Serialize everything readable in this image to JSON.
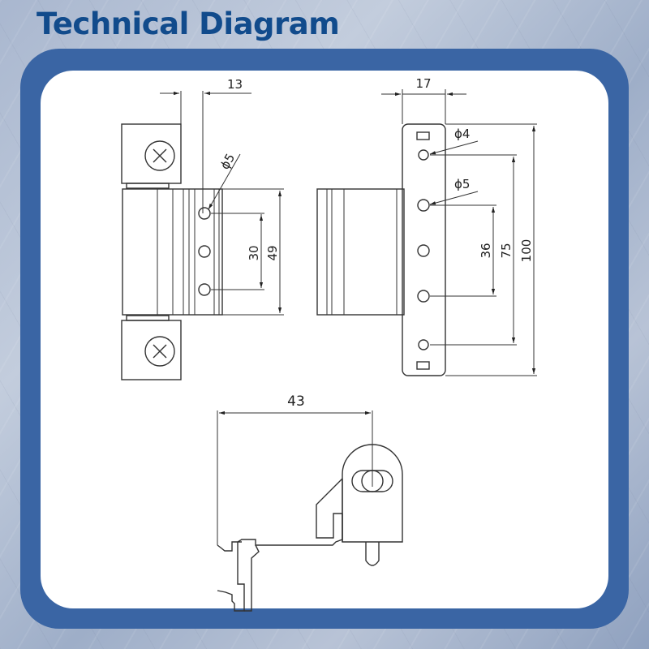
{
  "header": {
    "title": "Technical Diagram"
  },
  "colors": {
    "title": "#114b8c",
    "frame": "#3a65a4",
    "panel": "#ffffff",
    "line": "#333333"
  },
  "diagram": {
    "front_view": {
      "width_dim": "13",
      "hole_dia": "ϕ5",
      "hole_spacing": "30",
      "knuckle_height": "49"
    },
    "side_view": {
      "width_dim": "17",
      "small_hole_dia": "ϕ4",
      "large_hole_dia": "ϕ5",
      "large_hole_spacing": "36",
      "small_hole_spacing": "75",
      "overall_height": "100"
    },
    "top_view": {
      "offset_dim": "43"
    }
  }
}
